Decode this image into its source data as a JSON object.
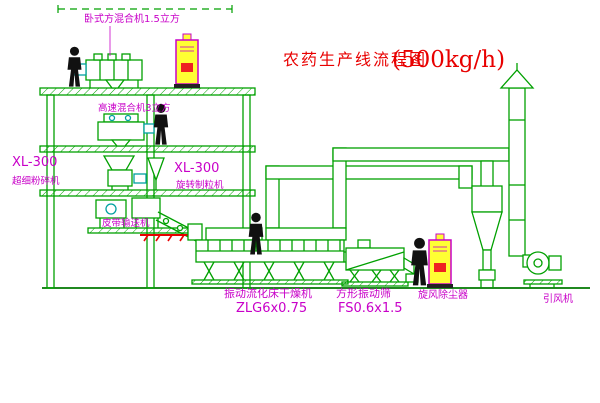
{
  "title": {
    "text": "农药生产线流程图",
    "capacity": "(500kg/h)"
  },
  "labels": {
    "top_mixer": "卧式方混合机1.5立方",
    "high_speed_mixer": "高速混合机3立方",
    "xl300_left": "XL-300",
    "mill_left": "超细粉碎机",
    "xl300_center": "XL-300",
    "granulator_center": "旋转制粒机",
    "belt_conveyor": "皮带输送机",
    "dryer_name": "振动流化床干燥机",
    "dryer_model": "ZLG6x0.75",
    "sieve_name": "方形振动筛",
    "sieve_model": "FS0.6x1.5",
    "cyclone": "旋风除尘器",
    "fan": "引风机"
  },
  "colors": {
    "line_green": "#00a000",
    "accent_cyan": "#00a0a0",
    "label_magenta": "#c800c8",
    "title_red": "#e80000",
    "cabinet_yellow": "#ffff33",
    "indicator_red": "#ee2222",
    "figure_black": "#111111",
    "background": "#ffffff"
  }
}
